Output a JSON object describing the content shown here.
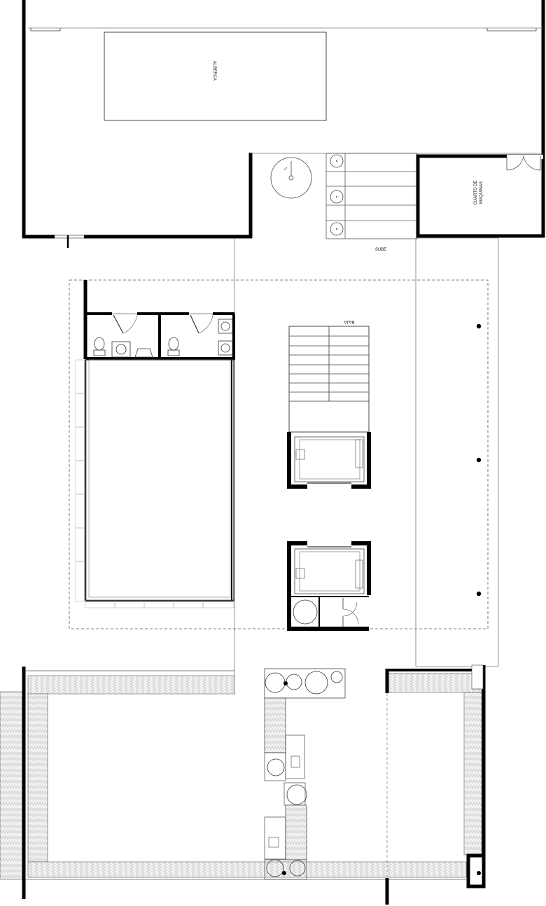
{
  "labels": {
    "pool": "ALBERCA",
    "machine_room_line1": "CUARTO DE",
    "machine_room_line2": "MAQUINAS",
    "stairs_up": "SUBE",
    "stairs_down": "BAJA"
  },
  "colors": {
    "wall": "#000000",
    "line": "#555555",
    "background": "#ffffff",
    "hatch": "#888888"
  }
}
